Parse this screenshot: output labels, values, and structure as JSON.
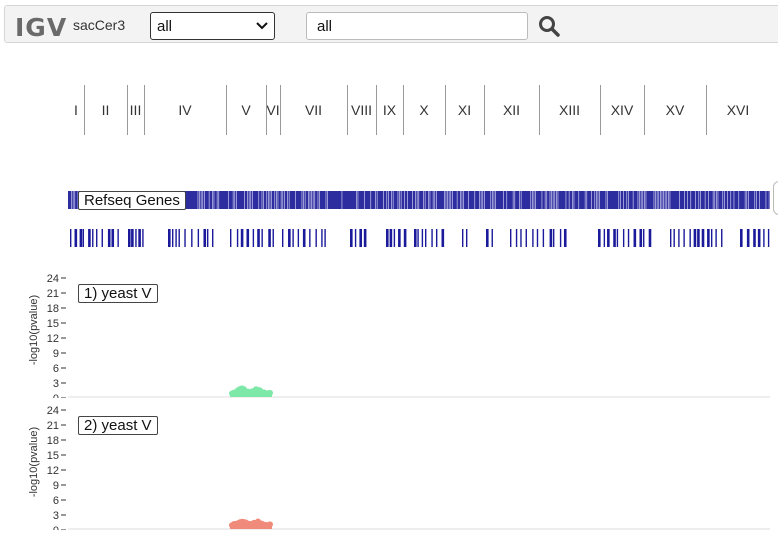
{
  "navbar": {
    "logo": "IGV",
    "genome": "sacCer3",
    "locus_select_value": "all",
    "search_value": "all"
  },
  "ideogram": {
    "chromosomes": [
      "I",
      "II",
      "III",
      "IV",
      "V",
      "VI",
      "VII",
      "VIII",
      "IX",
      "X",
      "XI",
      "XII",
      "XIII",
      "XIV",
      "XV",
      "XVI"
    ]
  },
  "tracks": {
    "refseq_label": "Refseq Genes",
    "gwas": [
      {
        "label": "1) yeast V",
        "color": "#7ee8a8",
        "axis_title": "-log10(pvalue)",
        "ticks": [
          "24",
          "21",
          "18",
          "15",
          "12",
          "9",
          "6",
          "3",
          "0"
        ]
      },
      {
        "label": "2) yeast V",
        "color": "#f08a7a",
        "axis_title": "-log10(pvalue)",
        "ticks": [
          "24",
          "21",
          "18",
          "15",
          "12",
          "9",
          "6",
          "3",
          "0"
        ]
      }
    ]
  },
  "colors": {
    "gene": "#1a1a9a",
    "gene_bg": "#2d2d9f"
  }
}
